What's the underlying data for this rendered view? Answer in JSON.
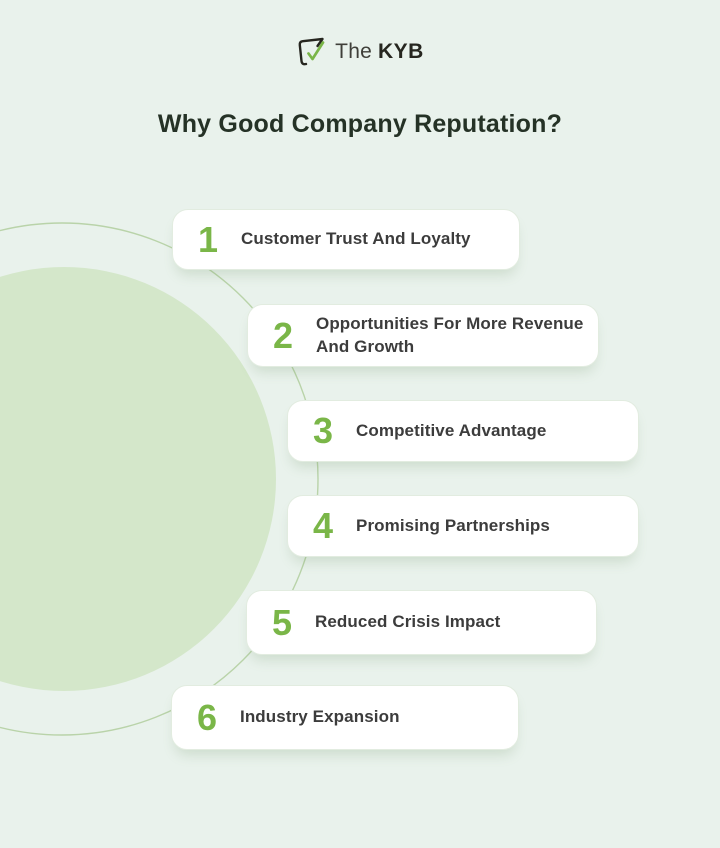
{
  "logo": {
    "icon": "shield-check-icon",
    "prefix": "The",
    "brand": "KYB"
  },
  "title": "Why Good Company Reputation?",
  "items": [
    {
      "number": "1",
      "label": "Customer Trust And Loyalty"
    },
    {
      "number": "2",
      "label": "Opportunities For More Revenue And Growth"
    },
    {
      "number": "3",
      "label": "Competitive Advantage"
    },
    {
      "number": "4",
      "label": "Promising Partnerships"
    },
    {
      "number": "5",
      "label": "Reduced Crisis Impact"
    },
    {
      "number": "6",
      "label": "Industry Expansion"
    }
  ],
  "colors": {
    "background": "#e9f2ec",
    "circle_fill": "#d4e7ca",
    "arc_stroke": "#b9d3a9",
    "accent_green": "#7ab648",
    "title_text": "#253226",
    "card_text": "#3c3c3c",
    "card_background": "#ffffff"
  }
}
